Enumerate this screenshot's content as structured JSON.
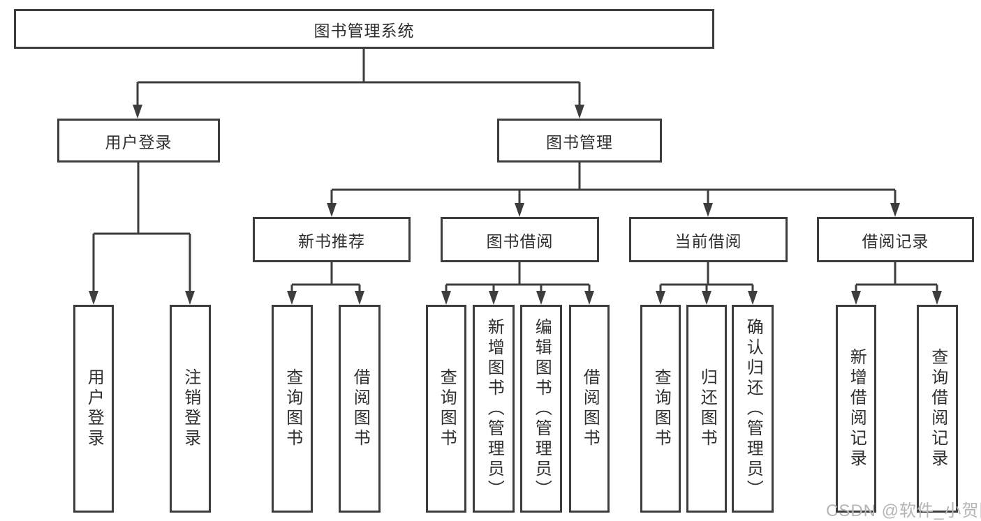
{
  "diagram": {
    "type": "hierarchy-tree",
    "tree": {
      "root": {
        "label": "图书管理系统"
      },
      "branches": [
        {
          "label": "用户登录",
          "children": [
            {
              "label": "用户登录"
            },
            {
              "label": "注销登录"
            }
          ]
        },
        {
          "label": "图书管理",
          "children": [
            {
              "label": "新书推荐",
              "children": [
                {
                  "label": "查询图书"
                },
                {
                  "label": "借阅图书"
                }
              ]
            },
            {
              "label": "图书借阅",
              "children": [
                {
                  "label": "查询图书"
                },
                {
                  "label": "新增图书（管理员）"
                },
                {
                  "label": "编辑图书（管理员）"
                },
                {
                  "label": "借阅图书"
                }
              ]
            },
            {
              "label": "当前借阅",
              "children": [
                {
                  "label": "查询图书"
                },
                {
                  "label": "归还图书"
                },
                {
                  "label": "确认归还（管理员）"
                }
              ]
            },
            {
              "label": "借阅记录",
              "children": [
                {
                  "label": "新增借阅记录"
                },
                {
                  "label": "查询借阅记录"
                }
              ]
            }
          ]
        }
      ]
    }
  },
  "watermark": {
    "text": "CSDN @软件_小贺同学"
  },
  "colors": {
    "line": "#3d3d3d",
    "box_border": "#3d3d3d",
    "box_fill": "#ffffff",
    "text": "#2f2f2f",
    "watermark": "#b5b5b5",
    "background": "#ffffff"
  }
}
